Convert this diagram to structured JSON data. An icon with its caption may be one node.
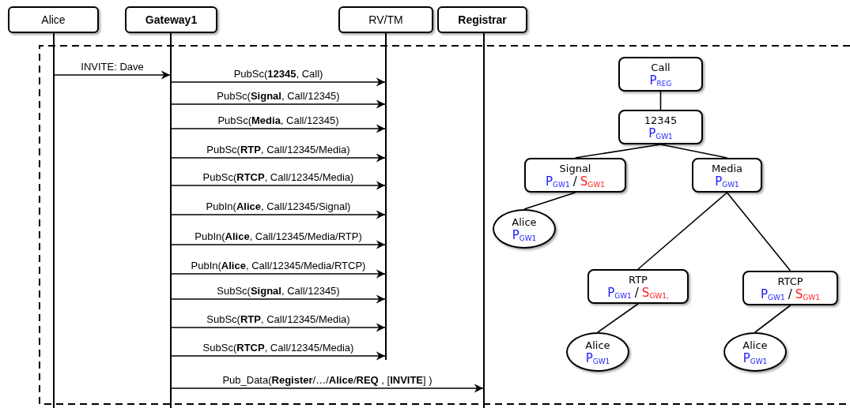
{
  "diagram": {
    "nodes": [
      {
        "text": [
          "Alice"
        ]
      },
      {
        "text": [
          "Gateway1"
        ]
      },
      {
        "text": [
          "RV/TM"
        ]
      },
      {
        "text": [
          "Registrar"
        ]
      },
      {
        "text": [],
        "shape": "bar"
      },
      {
        "text": [],
        "shape": "bar"
      },
      {
        "text": [],
        "shape": "bar"
      },
      {
        "text": [],
        "shape": "bar"
      },
      {
        "text": [
          "Call",
          "P$_{REG}$"
        ]
      },
      {
        "text": [
          "12345",
          "P$_{GW1}$"
        ]
      },
      {
        "text": [
          "Signal",
          "P$_{GW1}$",
          "/",
          "S$_{GW1}$"
        ]
      },
      {
        "text": [
          "Media",
          "P$_{GW1}$"
        ]
      },
      {
        "text": [
          "Alice",
          "P$_{GW1}$"
        ]
      },
      {
        "text": [
          "RTP",
          "P$_{GW1}$",
          "/",
          "S$_{GW1,}$"
        ]
      },
      {
        "text": [
          "RTCP",
          "P$_{GW1}$",
          "/",
          "S$_{GW1}$"
        ]
      },
      {
        "text": [
          "Alice",
          "P$_{GW1}$"
        ]
      },
      {
        "text": [
          "Alice",
          "P$_{GW1}$"
        ]
      }
    ],
    "edges": [
      {
        "from": 4,
        "to": 5,
        "arrow": "to",
        "label": "INVITE: Dave"
      },
      {
        "from": 5,
        "to": 6,
        "arrow": "to",
        "label": "PubSc(**12345**, Call)"
      },
      {
        "from": 5,
        "to": 6,
        "arrow": "to",
        "label": "PubSc(**Signal**, Call/12345)"
      },
      {
        "from": 5,
        "to": 6,
        "arrow": "to",
        "label": "PubSc(**Media**, Call/12345)"
      },
      {
        "from": 5,
        "to": 6,
        "arrow": "to",
        "label": "PubSc(**RTP**, Call/12345/Media)"
      },
      {
        "from": 5,
        "to": 6,
        "arrow": "to",
        "label": "PubSc(**RTCP**, Call/12345/Media)"
      },
      {
        "from": 5,
        "to": 6,
        "arrow": "to",
        "label": "PubIn(**Alice**, Call/12345/Signal)"
      },
      {
        "from": 5,
        "to": 6,
        "arrow": "to",
        "label": "PubIn(**Alice**, Call/12345/Media/RTP)"
      },
      {
        "from": 5,
        "to": 6,
        "arrow": "to",
        "label": "PubIn(**Alice**, Call/12345/Media/RTCP)"
      },
      {
        "from": 5,
        "to": 6,
        "arrow": "to",
        "label": "SubSc(**Signal**, Call/12345)"
      },
      {
        "from": 5,
        "to": 6,
        "arrow": "to",
        "label": "SubSc(**RTP**, Call/12345/Media)"
      },
      {
        "from": 5,
        "to": 6,
        "arrow": "to",
        "label": "SubSc(**RTCP**, Call/12345/Media)"
      },
      {
        "from": 5,
        "to": 7,
        "arrow": "to",
        "label": "Pub_Data(**Register**/…/**Alice**/**REQ** , [**INVITE**] )"
      },
      {
        "from": 8,
        "to": 9,
        "arrow": "none"
      },
      {
        "from": 9,
        "to": 10,
        "arrow": "none"
      },
      {
        "from": 9,
        "to": 11,
        "arrow": "none"
      },
      {
        "from": 10,
        "to": 12,
        "arrow": "none"
      },
      {
        "from": 11,
        "to": 13,
        "arrow": "none"
      },
      {
        "from": 11,
        "to": 14,
        "arrow": "none"
      },
      {
        "from": 13,
        "to": 15,
        "arrow": "none"
      },
      {
        "from": 14,
        "to": 16,
        "arrow": "none"
      }
    ]
  }
}
